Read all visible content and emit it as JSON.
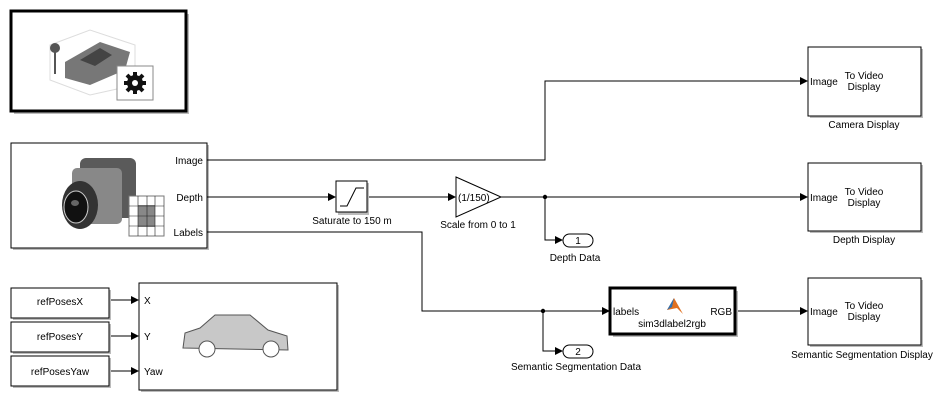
{
  "camera": {
    "ports": {
      "image": "Image",
      "depth": "Depth",
      "labels": "Labels"
    }
  },
  "saturation": {
    "label": "Saturate to 150 m"
  },
  "gain": {
    "value": "(1/150)",
    "label": "Scale from 0 to 1"
  },
  "outports": [
    {
      "number": "1",
      "label": "Depth Data"
    },
    {
      "number": "2",
      "label": "Semantic Segmentation Data"
    }
  ],
  "matlab_function": {
    "name": "sim3dlabel2rgb",
    "input": "labels",
    "output": "RGB"
  },
  "displays": [
    {
      "port": "Image",
      "title": "To Video\nDisplay",
      "title_line1": "To Video",
      "title_line2": "Display",
      "label": "Camera Display"
    },
    {
      "port": "Image",
      "title_line1": "To Video",
      "title_line2": "Display",
      "label": "Depth Display"
    },
    {
      "port": "Image",
      "title_line1": "To Video",
      "title_line2": "Display",
      "label": "Semantic Segmentation Display"
    }
  ],
  "sources": [
    "refPosesX",
    "refPosesY",
    "refPosesYaw"
  ],
  "vehicle": {
    "ports": [
      "X",
      "Y",
      "Yaw"
    ]
  },
  "colors": {
    "matlab_logo": "#e07020",
    "icon_gray": "#808080"
  }
}
